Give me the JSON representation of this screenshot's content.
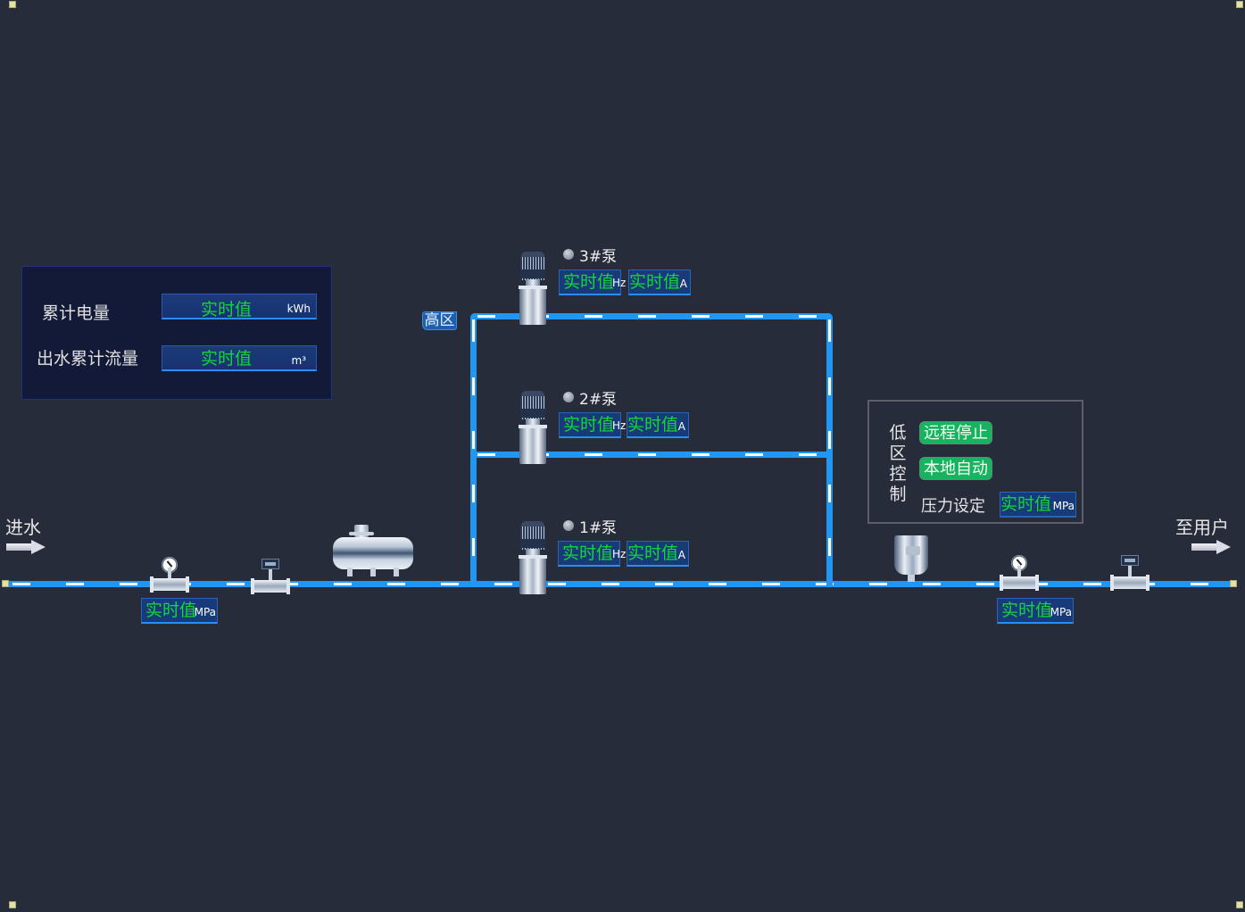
{
  "summary": {
    "items": [
      {
        "label": "累计电量",
        "value": "实时值",
        "unit": "kWh"
      },
      {
        "label": "出水累计流量",
        "value": "实时值",
        "unit": "m³"
      }
    ]
  },
  "zone_tag": "高区",
  "inlet": {
    "label": "进水",
    "pressure": {
      "value": "实时值",
      "unit": "MPa"
    }
  },
  "outlet": {
    "label": "至用户",
    "pressure": {
      "value": "实时值",
      "unit": "MPa"
    }
  },
  "pumps": [
    {
      "name": "3#泵",
      "freq": {
        "value": "实时值",
        "unit": "Hz"
      },
      "current": {
        "value": "实时值",
        "unit": "A"
      }
    },
    {
      "name": "2#泵",
      "freq": {
        "value": "实时值",
        "unit": "Hz"
      },
      "current": {
        "value": "实时值",
        "unit": "A"
      }
    },
    {
      "name": "1#泵",
      "freq": {
        "value": "实时值",
        "unit": "Hz"
      },
      "current": {
        "value": "实时值",
        "unit": "A"
      }
    }
  ],
  "low_zone_control": {
    "title": "低区控制",
    "remote_button": "远程停止",
    "local_button": "本地自动",
    "pressure_setting_label": "压力设定",
    "pressure_setting": {
      "value": "实时值",
      "unit": "MPa"
    }
  },
  "colors": {
    "background": "#272c3b",
    "pipe": "#2196f3",
    "value_text": "#17d43a",
    "button_green": "#16b45e"
  }
}
